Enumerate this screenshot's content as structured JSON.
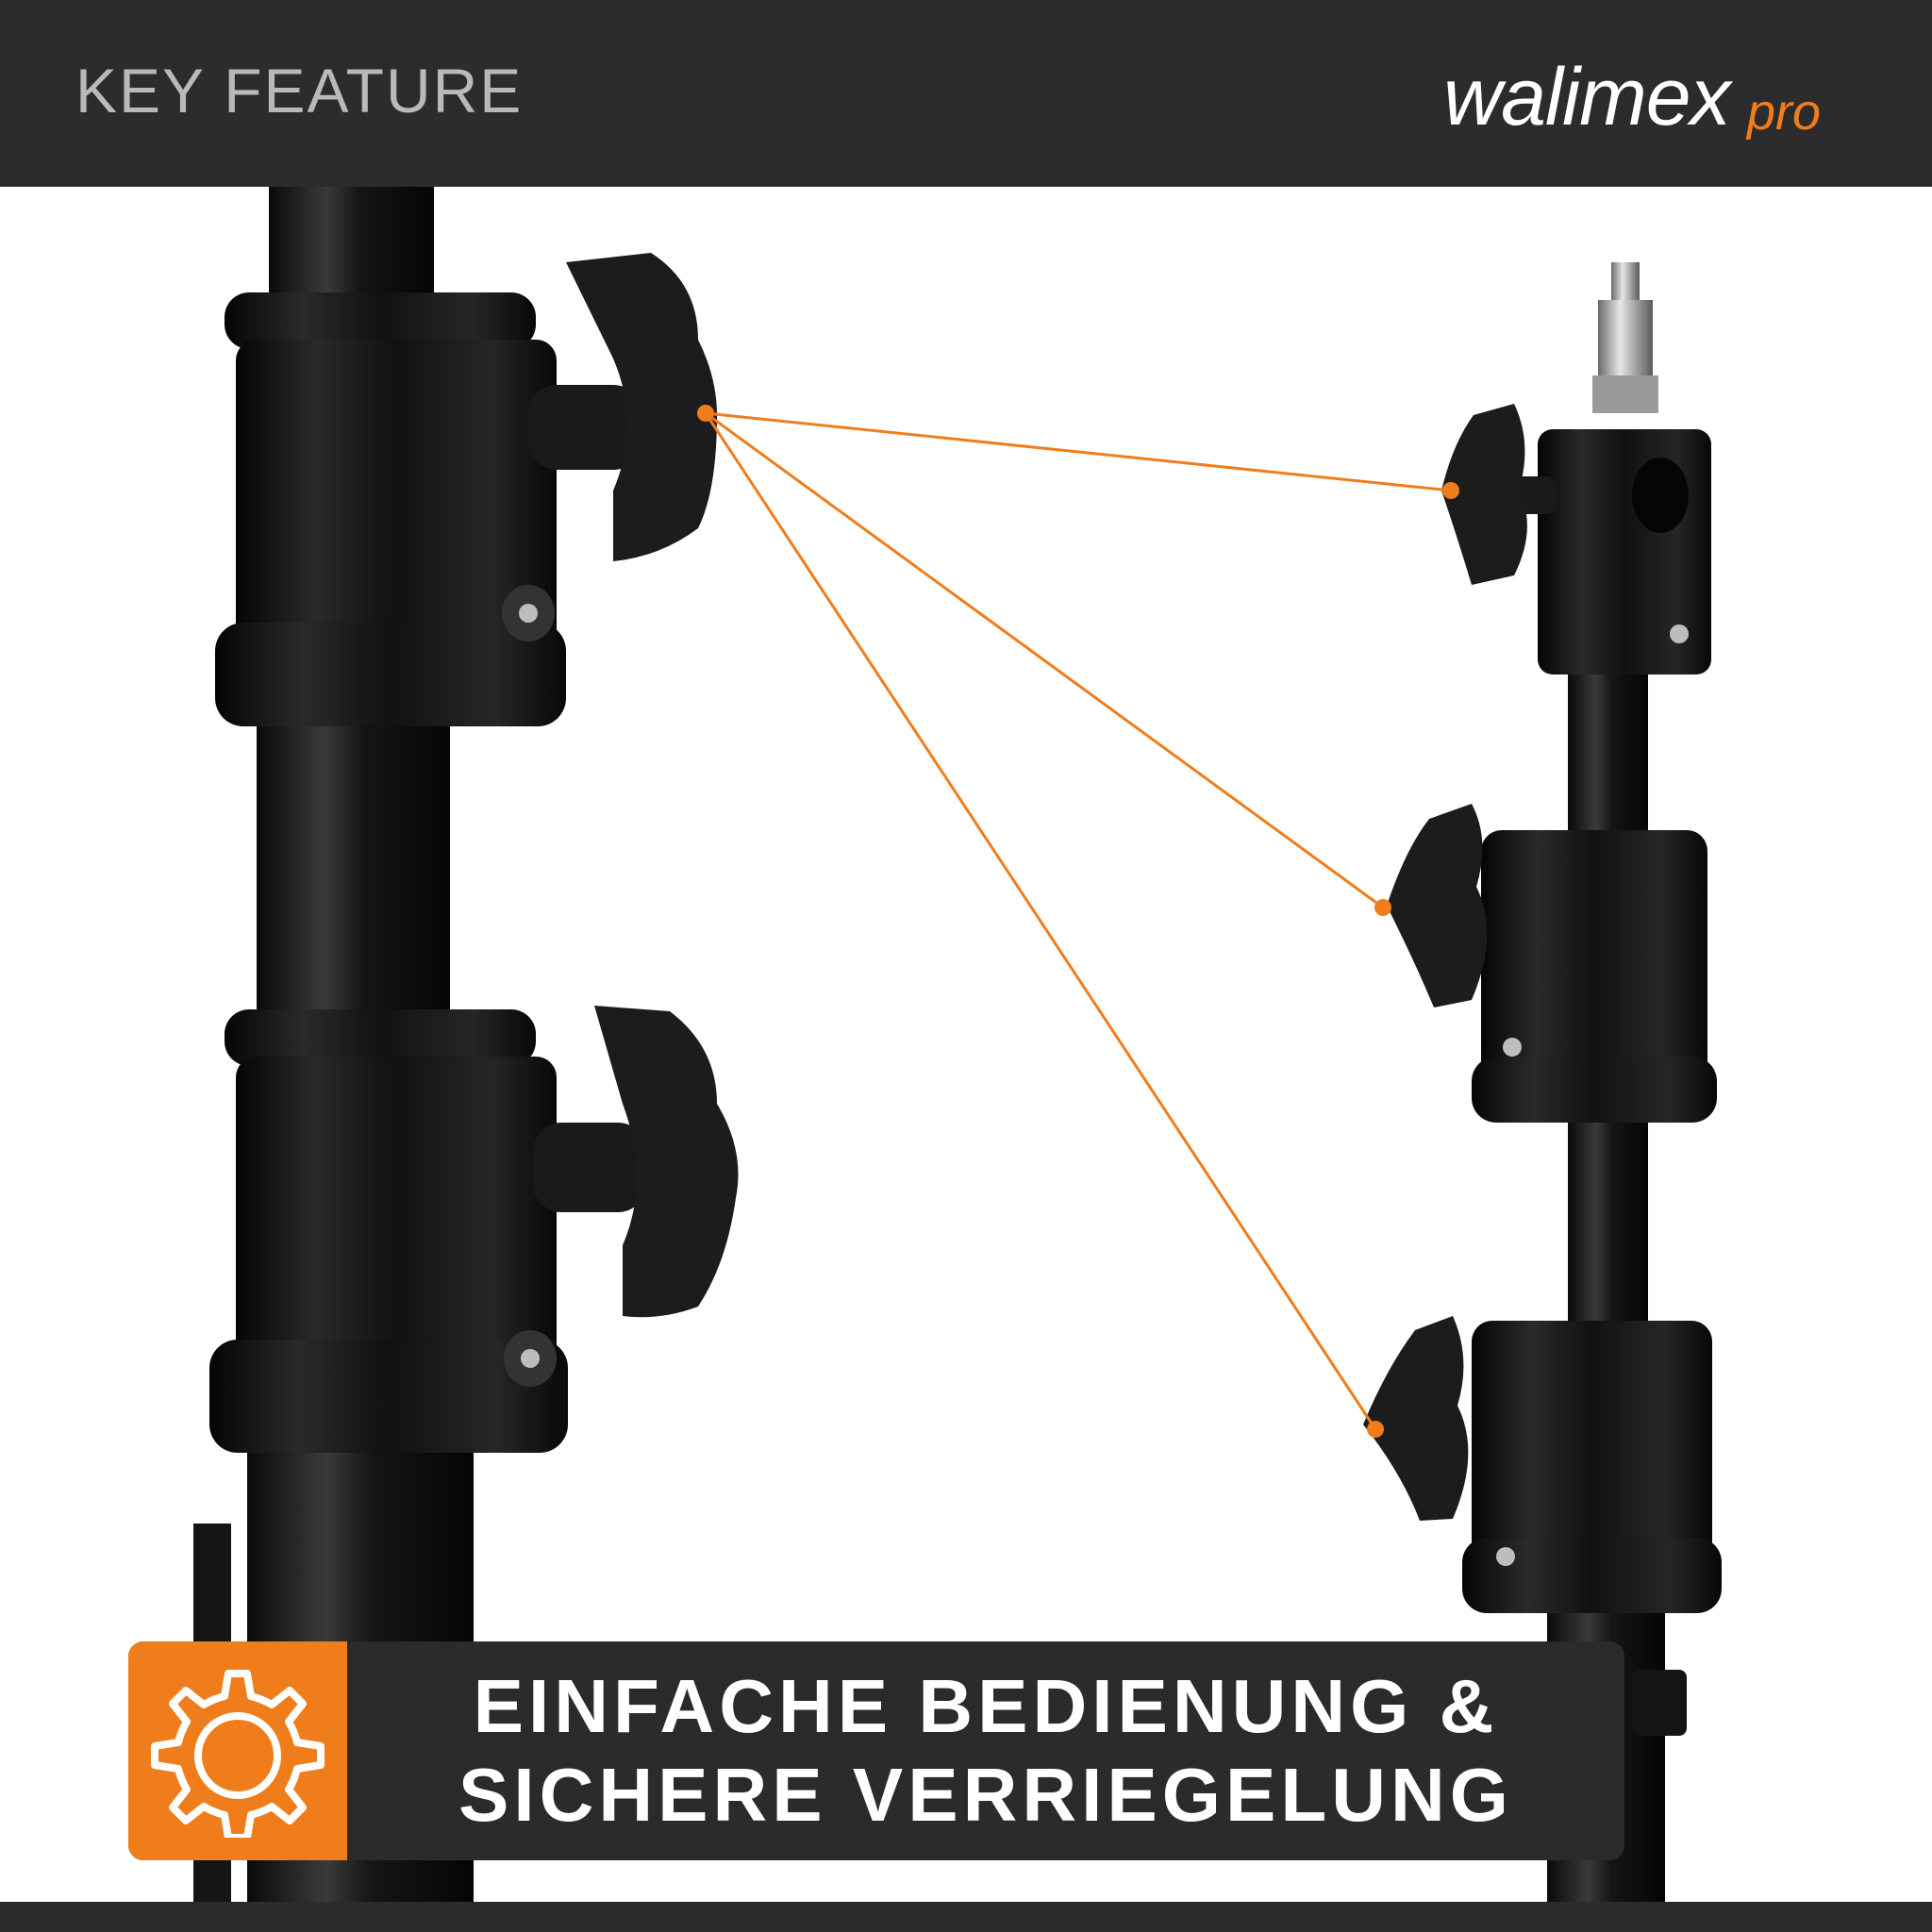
{
  "header": {
    "title": "KEY FEATURE",
    "logo": {
      "brand": "walimex",
      "sub": "pro",
      "icon": "walimex-pro-logo"
    }
  },
  "photo": {
    "subject": "light-stand-clamps-photo"
  },
  "banner": {
    "icon": "gear-icon",
    "line1": "EINFACHE BEDIENUNG &",
    "line2": "SICHERE VERRIEGELUNG"
  },
  "colors": {
    "accent": "#f07d1b",
    "dark": "#2c2c2c",
    "header_text": "#b9b9b9",
    "background": "#ffffff"
  }
}
